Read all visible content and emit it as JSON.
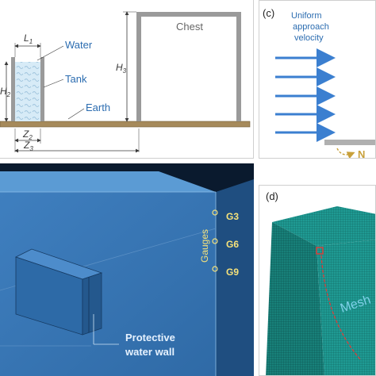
{
  "panel_a": {
    "water_label": "Water",
    "tank_label": "Tank",
    "earth_label": "Earth",
    "chest_label": "Chest",
    "l1": "L",
    "l1_sub": "1",
    "h2": "H",
    "h2_sub": "2",
    "h3": "H",
    "h3_sub": "3",
    "z2": "Z",
    "z2_sub": "2",
    "z3": "Z",
    "z3_sub": "3"
  },
  "panel_b": {
    "gauges_label": "Gauges",
    "gauge_names": [
      "G3",
      "G6",
      "G9"
    ],
    "wall_label_line1": "Protective",
    "wall_label_line2": "water wall"
  },
  "panel_c": {
    "tag": "(c)",
    "velocity_line1": "Uniform",
    "velocity_line2": "approach",
    "velocity_line3": "velocity",
    "cut_text": "N"
  },
  "panel_d": {
    "tag": "(d)",
    "mesh_label": "Mesh"
  },
  "colors": {
    "accent_blue": "#2b6cb0",
    "arrow_blue": "#3b7fd0",
    "earth_brown": "#a68a5b",
    "mesh_teal": "#1f9a93",
    "red": "#e53935"
  }
}
